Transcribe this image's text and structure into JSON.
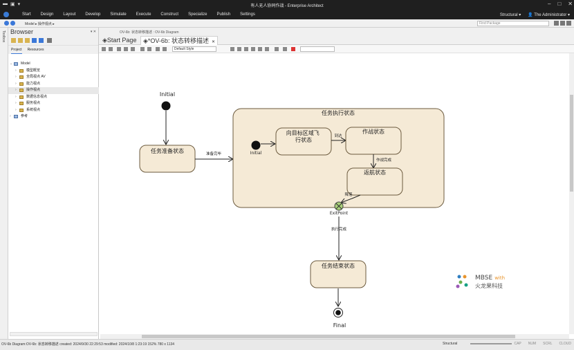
{
  "window": {
    "title": "有人无人协同作战 - Enterprise Architect"
  },
  "menu": {
    "items": [
      "Start",
      "Design",
      "Layout",
      "Develop",
      "Simulate",
      "Execute",
      "Construct",
      "Specialize",
      "Publish",
      "Settings"
    ],
    "perspective": "Structural",
    "user": "The Administrator"
  },
  "nav": {
    "path": "Model ▸ 操作视点 ▸",
    "find_placeholder": "Find Package"
  },
  "browser": {
    "title": "Browser",
    "tabs": [
      "Project",
      "Resources"
    ],
    "root": "Model",
    "items": [
      "模型概览",
      "全局视点 AV",
      "能力视点",
      "操作视点",
      "数据信息视点",
      "服务视点",
      "系统视点"
    ],
    "selected_index": 3,
    "extra": "参考"
  },
  "doc": {
    "breadcrumb": "OV-6b: 状态转移描述 : OV-6b Diagram",
    "tabs": [
      "Start Page",
      "*OV-6b: 状态转移描述"
    ],
    "style_select": "Default Style"
  },
  "diagram": {
    "initial_label": "Initial",
    "prep_state": "任务准备状态",
    "prep_transition": "准备完毕",
    "composite_state": "任务执行状态",
    "inner_initial_label": "Initial",
    "approach_state": "向目标区域飞行状态",
    "arrive_transition": "到达",
    "combat_state": "作战状态",
    "combat_done_transition": "作战完成",
    "return_state": "返航状态",
    "return_transition": "降落",
    "exit_label": "ExitPoint",
    "exec_done_transition": "执行完成",
    "end_state": "任务结束状态",
    "final_label": "Final",
    "logo_line1": "MBSE",
    "logo_with": "with",
    "logo_line2": "火龙果科技",
    "colors": {
      "state_fill": "#f5ead6",
      "state_stroke": "#6b5a3e",
      "logo_blue": "#2f7fc1",
      "logo_orange": "#e8942c"
    }
  },
  "status": {
    "left": "OV-6b Diagram:OV-6b: 状态转移描述  created: 2024/9/30 22:29:53  modified: 2024/10/8 1:23:19  152%  780 x 1134",
    "perspective": "Structural",
    "flags": [
      "CAP",
      "NUM",
      "SCRL",
      "CLOUD"
    ]
  }
}
